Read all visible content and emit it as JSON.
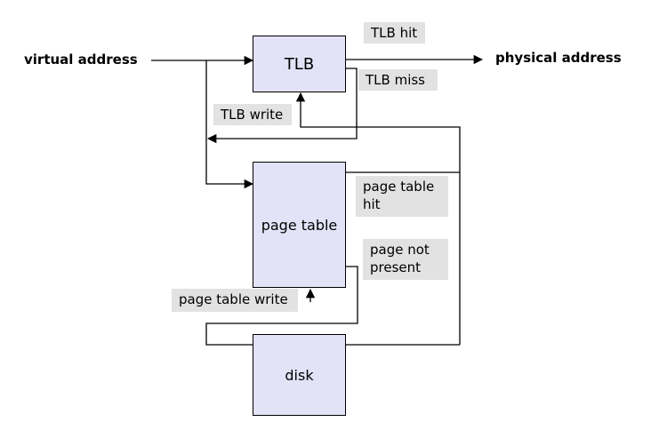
{
  "input_label": "virtual address",
  "output_label": "physical address",
  "nodes": {
    "tlb": "TLB",
    "page_table": "page table",
    "disk": "disk"
  },
  "edge_labels": {
    "tlb_hit": "TLB hit",
    "tlb_miss": "TLB miss",
    "tlb_write": "TLB write",
    "page_table_hit": "page table\nhit",
    "page_not_present": "page not\npresent",
    "page_table_write": "page table write"
  },
  "colors": {
    "box_fill": "#e3e3f8",
    "label_fill": "#e2e2e2",
    "line": "#000000"
  }
}
